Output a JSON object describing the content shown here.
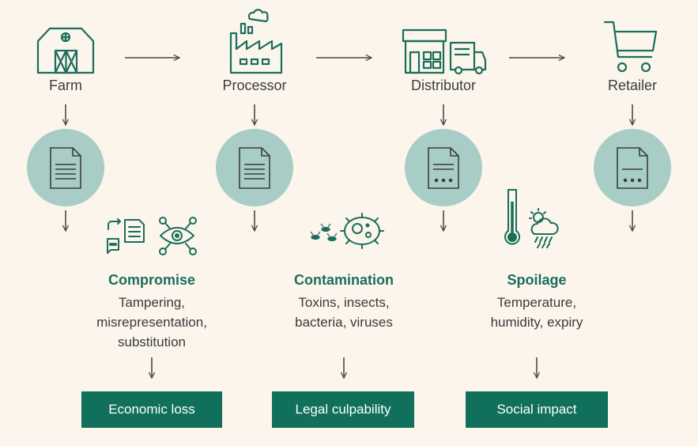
{
  "stages": [
    "Farm",
    "Processor",
    "Distributor",
    "Retailer"
  ],
  "risks": [
    {
      "title": "Compromise",
      "desc": [
        "Tampering,",
        "misrepresentation,",
        "substitution"
      ]
    },
    {
      "title": "Contamination",
      "desc": [
        "Toxins, insects,",
        "bacteria, viruses"
      ]
    },
    {
      "title": "Spoilage",
      "desc": [
        "Temperature,",
        "humidity, expiry"
      ]
    }
  ],
  "outcomes": [
    "Economic loss",
    "Legal culpability",
    "Social impact"
  ],
  "colors": {
    "background": "#fbf5ec",
    "teal_circle": "#a8cdc6",
    "dark_teal": "#10705c",
    "icon_green": "#1a6e5b",
    "line_gray": "#4a4a4a"
  },
  "icons": {
    "stages": [
      "barn-icon",
      "factory-icon",
      "warehouse-truck-icon",
      "shopping-cart-icon"
    ],
    "documents": [
      "document-icon",
      "document-icon",
      "document-dots-icon",
      "document-dots-icon"
    ],
    "risks": [
      "document-exchange-icon",
      "eye-network-icon",
      "insects-icon",
      "bacteria-icon",
      "thermometer-icon",
      "weather-icon"
    ]
  }
}
